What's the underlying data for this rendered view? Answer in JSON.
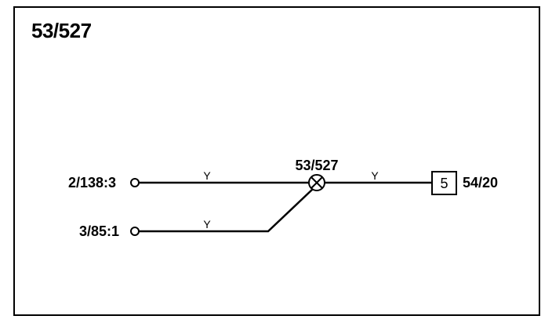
{
  "diagram": {
    "title": "53/527",
    "inputs": [
      {
        "label": "2/138:3",
        "wire_color": "Y"
      },
      {
        "label": "3/85:1",
        "wire_color": "Y"
      }
    ],
    "splice": {
      "label": "53/527"
    },
    "output": {
      "wire_color": "Y",
      "connector_pin": "5",
      "connector_label": "54/20"
    }
  }
}
